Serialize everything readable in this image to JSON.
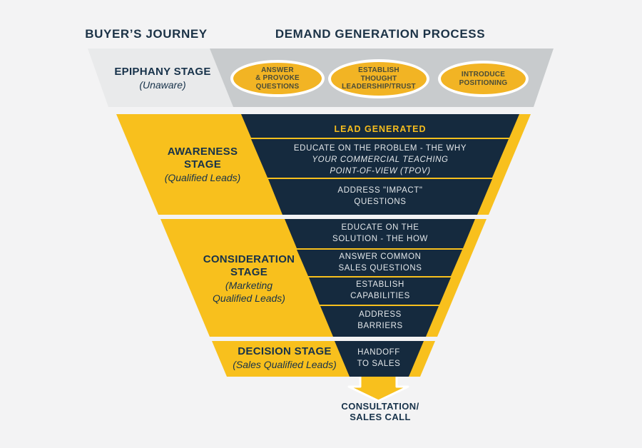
{
  "header": {
    "buyers_journey": "BUYER’S JOURNEY",
    "demand_gen": "DEMAND GENERATION PROCESS"
  },
  "epiphany": {
    "title": "EPIPHANY STAGE",
    "subtitle": "(Unaware)",
    "bubble1": "ANSWER\n& PROVOKE\nQUESTIONS",
    "bubble2": "ESTABLISH\nTHOUGHT\nLEADERSHIP/TRUST",
    "bubble3": "INTRODUCE\nPOSITIONING"
  },
  "awareness": {
    "title": "AWARENESS\nSTAGE",
    "subtitle": "(Qualified Leads)",
    "lead_generated": "LEAD GENERATED",
    "educate_main": "EDUCATE ON THE PROBLEM - THE WHY",
    "educate_italic": "YOUR COMMERCIAL TEACHING\nPOINT-OF-VIEW (TPOV)",
    "address_impact": "ADDRESS \"IMPACT\"\nQUESTIONS"
  },
  "consideration": {
    "title": "CONSIDERATION\nSTAGE",
    "subtitle": "(Marketing\nQualified Leads)",
    "sections": [
      "EDUCATE ON THE\nSOLUTION - THE HOW",
      "ANSWER COMMON\nSALES QUESTIONS",
      "ESTABLISH\nCAPABILITIES",
      "ADDRESS\nBARRIERS"
    ]
  },
  "decision": {
    "title": "DECISION STAGE",
    "subtitle": "(Sales Qualified Leads)",
    "handoff": "HANDOFF\nTO SALES"
  },
  "outcome": {
    "label": "CONSULTATION/\nSALES CALL"
  },
  "colors": {
    "funnel_yellow": "#f8c01d",
    "bubble_yellow": "#f2b424",
    "funnel_navy": "#152a3e",
    "epiphany_left_gray": "#e9eaeb",
    "epiphany_right_gray": "#c8cbcd",
    "header_navy": "#1b3246",
    "light_text": "#e3e7ea",
    "lead_generated_yellow": "#f6bd1d",
    "background": "#f3f3f4"
  }
}
